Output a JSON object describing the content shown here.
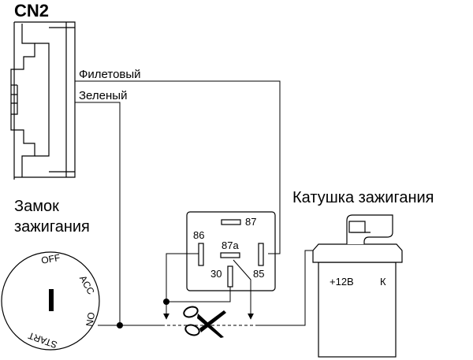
{
  "connector": {
    "name": "CN2"
  },
  "wires": {
    "violet": "Филетовый",
    "green": "Зеленый"
  },
  "ignition_lock": {
    "label_line1": "Замок",
    "label_line2": "зажигания",
    "positions": {
      "off": "OFF",
      "acc": "ACC",
      "on": "ON",
      "start": "START"
    }
  },
  "relay": {
    "pins": {
      "p87": "87",
      "p86": "86",
      "p87a": "87a",
      "p30": "30",
      "p85": "85"
    }
  },
  "coil": {
    "label": "Катушка зажигания",
    "terminal_plus": "+12В",
    "terminal_k": "К"
  },
  "icons": {
    "cut_marker": "scissors-icon"
  },
  "colors": {
    "line": "#000000",
    "background": "#ffffff"
  }
}
